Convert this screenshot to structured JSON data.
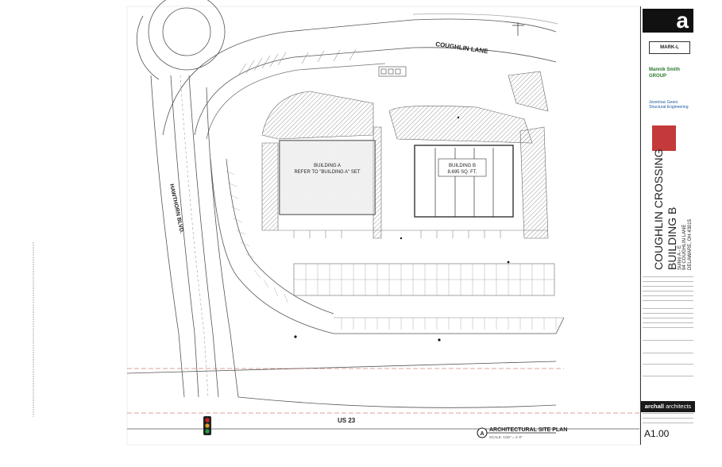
{
  "drawing": {
    "street_north": "COUGHLIN LANE",
    "street_west": "HAWTHORN BLVD.",
    "street_south": "US 23",
    "building_a": {
      "line1": "BUILDING A",
      "line2": "REFER TO \"BUILDING A\" SET"
    },
    "building_b": {
      "line1": "BUILDING B",
      "line2": "8,695 SQ. FT."
    },
    "plan_title": "ARCHITECTURAL SITE PLAN",
    "plan_scale": "SCALE: 1/30\" = 1'-0\"",
    "plan_marker": "A"
  },
  "title_block": {
    "logo_mark": "a",
    "consultants": [
      "MARK-L",
      "Mannik Smith GROUP",
      "Jezerinac Geers Structural Engineering",
      ""
    ],
    "project_name_1": "COUGHLIN CROSSING",
    "project_name_2": "BUILDING B",
    "project_suite": "Suites A - E",
    "project_address_1": "94 COUGHLIN LANE",
    "project_address_2": "DELAWARE, OH 43015",
    "firm_name": "archall",
    "firm_suffix": "architects",
    "sheet_number": "A1.00"
  },
  "colors": {
    "line": "#444444",
    "hatch": "#9a9a9a",
    "building_fill": "#e6e6e6",
    "road_center": "#c04040",
    "signal_red": "#d42020",
    "signal_amber": "#e0a020",
    "signal_green": "#20a040"
  }
}
